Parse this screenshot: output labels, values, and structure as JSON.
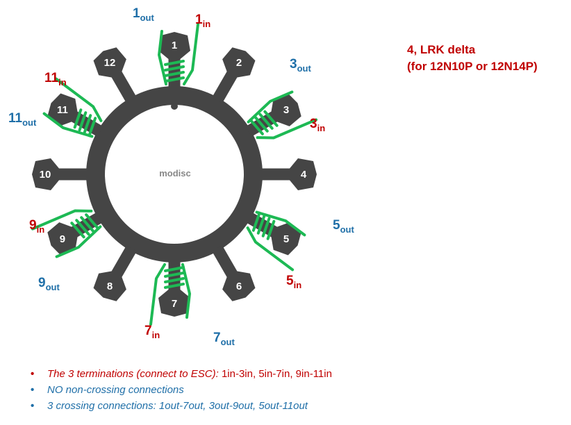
{
  "title": {
    "line1": "4, LRK delta",
    "line2": "(for 12N10P or 12N14P)"
  },
  "center_label": "modisc",
  "teeth": [
    "1",
    "2",
    "3",
    "4",
    "5",
    "6",
    "7",
    "8",
    "9",
    "10",
    "11",
    "12"
  ],
  "terminals": [
    {
      "main": "1",
      "sub": "out",
      "type": "out"
    },
    {
      "main": "1",
      "sub": "in",
      "type": "in"
    },
    {
      "main": "3",
      "sub": "out",
      "type": "out"
    },
    {
      "main": "3",
      "sub": "in",
      "type": "in"
    },
    {
      "main": "5",
      "sub": "out",
      "type": "out"
    },
    {
      "main": "5",
      "sub": "in",
      "type": "in"
    },
    {
      "main": "7",
      "sub": "out",
      "type": "out"
    },
    {
      "main": "7",
      "sub": "in",
      "type": "in"
    },
    {
      "main": "9",
      "sub": "out",
      "type": "out"
    },
    {
      "main": "9",
      "sub": "in",
      "type": "in"
    },
    {
      "main": "11",
      "sub": "out",
      "type": "out"
    },
    {
      "main": "11",
      "sub": "in",
      "type": "in"
    }
  ],
  "notes": [
    {
      "bullet": "•",
      "lead": "The 3 terminations (connect to ESC):",
      "rest": " 1in-3in, 5in-7in, 9in-11in",
      "color": "#c00000"
    },
    {
      "bullet": "•",
      "lead": "NO non-crossing connections",
      "rest": "",
      "color": "#1f6fa8"
    },
    {
      "bullet": "•",
      "lead": "3 crossing connections: 1out-7out, 3out-9out, 5out-11out",
      "rest": "",
      "color": "#1f6fa8"
    }
  ],
  "colors": {
    "in": "#c00000",
    "out": "#1f6fa8",
    "stator": "#454545",
    "winding": "#1db954",
    "title": "#c00000"
  }
}
